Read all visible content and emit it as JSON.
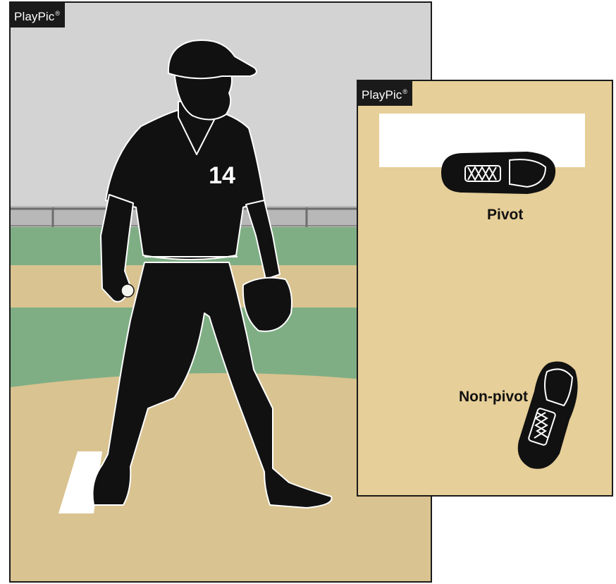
{
  "main_panel": {
    "badge": {
      "brand": "PlayPic",
      "mark": "®"
    },
    "player": {
      "jersey_number": "14"
    }
  },
  "inset_panel": {
    "badge": {
      "brand": "PlayPic",
      "mark": "®"
    },
    "pivot_label": "Pivot",
    "non_pivot_label": "Non-pivot"
  },
  "colors": {
    "sky": "#d3d3d3",
    "grass": "#7fae84",
    "dirt": "#d9c390",
    "inset_background": "#e6cf98",
    "silhouette": "#111111",
    "badge_background": "#1a1a1a"
  }
}
